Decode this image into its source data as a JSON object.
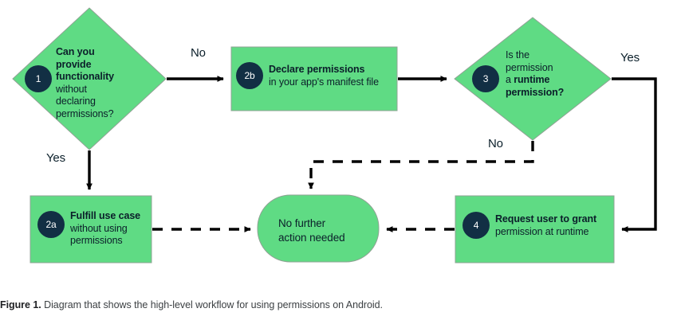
{
  "figure": {
    "caption_label": "Figure 1.",
    "caption_text": "Diagram that shows the high-level workflow for using permissions on Android."
  },
  "colors": {
    "node_fill": "#5FDB84",
    "node_stroke": "#8a9a90",
    "badge_fill": "#122F44",
    "badge_text": "#ffffff",
    "text": "#0b1f2a",
    "connector": "#000000",
    "page_background": "#ffffff",
    "caption_label_color": "#202124",
    "caption_text_color": "#3c4043"
  },
  "nodes": [
    {
      "id": "node-1",
      "shape": "diamond",
      "badge": "1",
      "lines": [
        {
          "text": "Can you",
          "bold": true
        },
        {
          "text": "provide",
          "bold": true
        },
        {
          "text": "functionality",
          "bold": true
        },
        {
          "text": "without",
          "bold": false
        },
        {
          "text": "declaring",
          "bold": false
        },
        {
          "text": "permissions?",
          "bold": false
        }
      ]
    },
    {
      "id": "node-2b",
      "shape": "rectangle",
      "badge": "2b",
      "lines": [
        {
          "text": "Declare permissions",
          "bold": true
        },
        {
          "text": "in your app's manifest file",
          "bold": false
        }
      ]
    },
    {
      "id": "node-3",
      "shape": "diamond",
      "badge": "3",
      "lines": [
        {
          "text": "Is the",
          "bold": false
        },
        {
          "text": "permission",
          "bold": false
        },
        {
          "text": "a runtime",
          "bold": "mixed"
        },
        {
          "text": "permission?",
          "bold": true
        }
      ]
    },
    {
      "id": "node-2a",
      "shape": "rectangle",
      "badge": "2a",
      "lines": [
        {
          "text": "Fulfill use case",
          "bold": true
        },
        {
          "text": "without using",
          "bold": false
        },
        {
          "text": "permissions",
          "bold": false
        }
      ]
    },
    {
      "id": "node-terminal",
      "shape": "rounded-rectangle",
      "badge": null,
      "lines": [
        {
          "text": "No further",
          "bold": false
        },
        {
          "text": "action needed",
          "bold": false
        }
      ]
    },
    {
      "id": "node-4",
      "shape": "rectangle",
      "badge": "4",
      "lines": [
        {
          "text": "Request user to grant",
          "bold": true
        },
        {
          "text": "permission at runtime",
          "bold": false
        }
      ]
    }
  ],
  "node_text": {
    "n1_l1": "Can you",
    "n1_l2": "provide",
    "n1_l3": "functionality",
    "n1_l4": "without",
    "n1_l5": "declaring",
    "n1_l6": "permissions?",
    "n2b_l1": "Declare permissions",
    "n2b_l2": "in your app's manifest file",
    "n3_l1": "Is the",
    "n3_l2": "permission",
    "n3_l3a": "a ",
    "n3_l3b": "runtime",
    "n3_l4": "permission?",
    "n2a_l1": "Fulfill use case",
    "n2a_l2": "without using",
    "n2a_l3": "permissions",
    "nt_l1": "No further",
    "nt_l2": "action needed",
    "n4_l1": "Request user to grant",
    "n4_l2": "permission at runtime"
  },
  "badges": {
    "b1": "1",
    "b2b": "2b",
    "b3": "3",
    "b2a": "2a",
    "b4": "4"
  },
  "edges": [
    {
      "id": "edge-1-to-2b",
      "label": "No",
      "style": "solid",
      "from": "node-1",
      "to": "node-2b"
    },
    {
      "id": "edge-2b-to-3",
      "label": "",
      "style": "solid",
      "from": "node-2b",
      "to": "node-3"
    },
    {
      "id": "edge-1-to-2a",
      "label": "Yes",
      "style": "solid",
      "from": "node-1",
      "to": "node-2a"
    },
    {
      "id": "edge-3-to-4",
      "label": "Yes",
      "style": "solid",
      "from": "node-3",
      "to": "node-4"
    },
    {
      "id": "edge-3-to-terminal",
      "label": "No",
      "style": "dashed",
      "from": "node-3",
      "to": "node-terminal"
    },
    {
      "id": "edge-2a-to-terminal",
      "label": "",
      "style": "dashed",
      "from": "node-2a",
      "to": "node-terminal"
    },
    {
      "id": "edge-4-to-terminal",
      "label": "",
      "style": "dashed",
      "from": "node-4",
      "to": "node-terminal"
    }
  ],
  "edge_labels": {
    "no_top": "No",
    "yes_left": "Yes",
    "yes_right": "Yes",
    "no_right": "No"
  }
}
